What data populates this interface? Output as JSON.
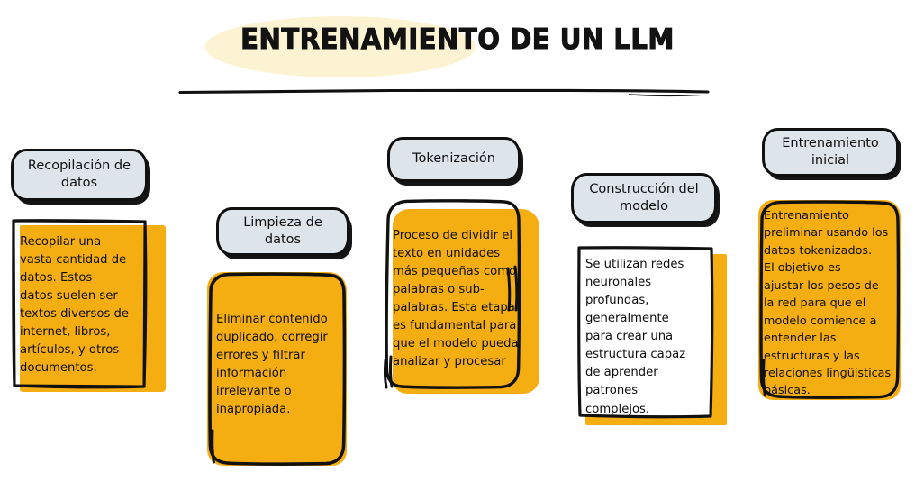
{
  "page": {
    "background_color": "#FFFFFF",
    "accent_orange": "#F5AE12",
    "badge_blue_grey": "#DDE5EB",
    "highlight_cream": "#FCF3D2",
    "ink_black": "#111111"
  },
  "title": {
    "text": "ENTRENAMIENTO DE UN LLM"
  },
  "cards": [
    {
      "id": "recopilacion-de-datos",
      "header": "Recopilación de\ndatos",
      "body": "Recopilar una\nvasta cantidad de\ndatos. Estos\ndatos suelen ser\ntextos diversos de\ninternet, libros,\nartículos, y otros\ndocumentos."
    },
    {
      "id": "limpieza-de-datos",
      "header": "Limpieza de\ndatos",
      "body": "Eliminar contenido\nduplicado, corregir\nerrores y filtrar\ninformación\nirrelevante o\ninapropiada."
    },
    {
      "id": "tokenizacion",
      "header": "Tokenización",
      "body": "Proceso de dividir el\ntexto en unidades\nmás pequeñas como\npalabras o sub-\npalabras. Esta etapa\nes fundamental para\nque el modelo pueda\nanalizar y procesar"
    },
    {
      "id": "construccion-del-modelo",
      "header": "Construcción del\nmodelo",
      "body": "Se utilizan redes\nneuronales\nprofundas,\ngeneralmente\npara crear una\nestructura capaz\nde aprender\npatrones\ncomplejos."
    },
    {
      "id": "entrenamiento-inicial",
      "header": "Entrenamiento\ninicial",
      "body": "Entrenamiento\npreliminar usando los\ndatos tokenizados.\nEl objetivo es\najustar los pesos de\nla red para que el\nmodelo comience a\nentender las\nestructuras y las\nrelaciones lingüísticas\nbásicas."
    }
  ]
}
